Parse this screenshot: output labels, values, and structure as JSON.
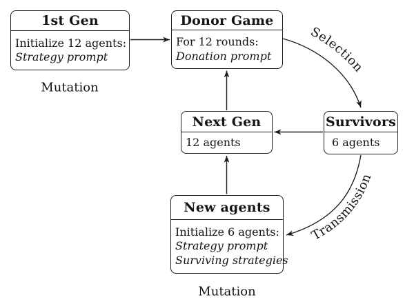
{
  "figure": {
    "boxes": {
      "first_gen": {
        "title": "1st Gen",
        "lines": [
          "Initialize 12 agents:",
          "Strategy prompt"
        ]
      },
      "donor_game": {
        "title": "Donor Game",
        "lines": [
          "For 12 rounds:",
          "Donation prompt"
        ]
      },
      "next_gen": {
        "title": "Next Gen",
        "lines": [
          "12 agents"
        ]
      },
      "survivors": {
        "title": "Survivors",
        "lines": [
          "6 agents"
        ]
      },
      "new_agents": {
        "title": "New agents",
        "lines": [
          "Initialize 6 agents:",
          "Strategy prompt",
          "Surviving strategies"
        ]
      }
    },
    "edge_labels": {
      "selection": "Selection",
      "transmission": "Transmission",
      "mutation_first_gen": "Mutation",
      "mutation_new_agents": "Mutation"
    },
    "colors": {
      "background": "#ffffff",
      "line": "#1c1c1c",
      "text": "#141414"
    }
  }
}
